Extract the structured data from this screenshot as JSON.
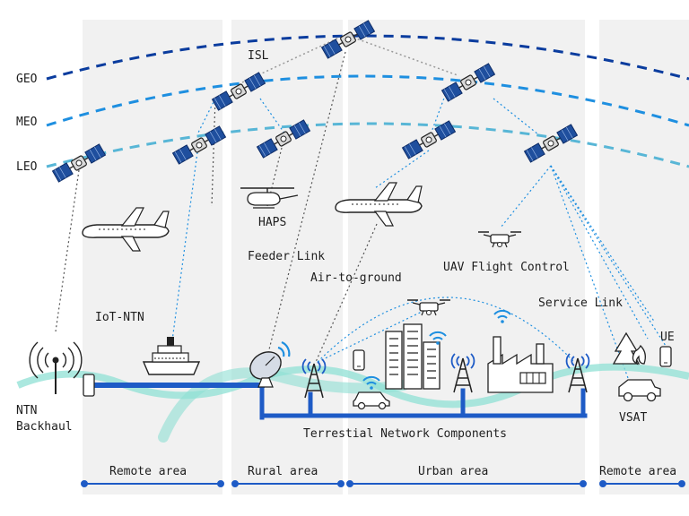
{
  "orbits": {
    "geo": "GEO",
    "meo": "MEO",
    "leo": "LEO"
  },
  "labels": {
    "isl": "ISL",
    "haps": "HAPS",
    "feeder_link": "Feeder Link",
    "air_to_ground": "Air-to-ground",
    "uav_flight_control": "UAV Flight Control",
    "iot_ntn": "IoT-NTN",
    "service_link": "Service Link",
    "ue": "UE",
    "ntn_backhaul_line1": "NTN",
    "ntn_backhaul_line2": "Backhaul",
    "vsat": "VSAT",
    "terrestrial": "Terrestial Network Components"
  },
  "areas": {
    "remote_left": "Remote area",
    "rural": "Rural area",
    "urban": "Urban area",
    "remote_right": "Remote area"
  },
  "colors": {
    "geo": "#0a3c9e",
    "meo": "#1e8fe0",
    "leo": "#58b6d6",
    "backbone": "#1e5bc6",
    "wave": "#8fe0d4",
    "area_bg": "#f1f1f1",
    "satellite_panel": "#1f4f9e"
  }
}
